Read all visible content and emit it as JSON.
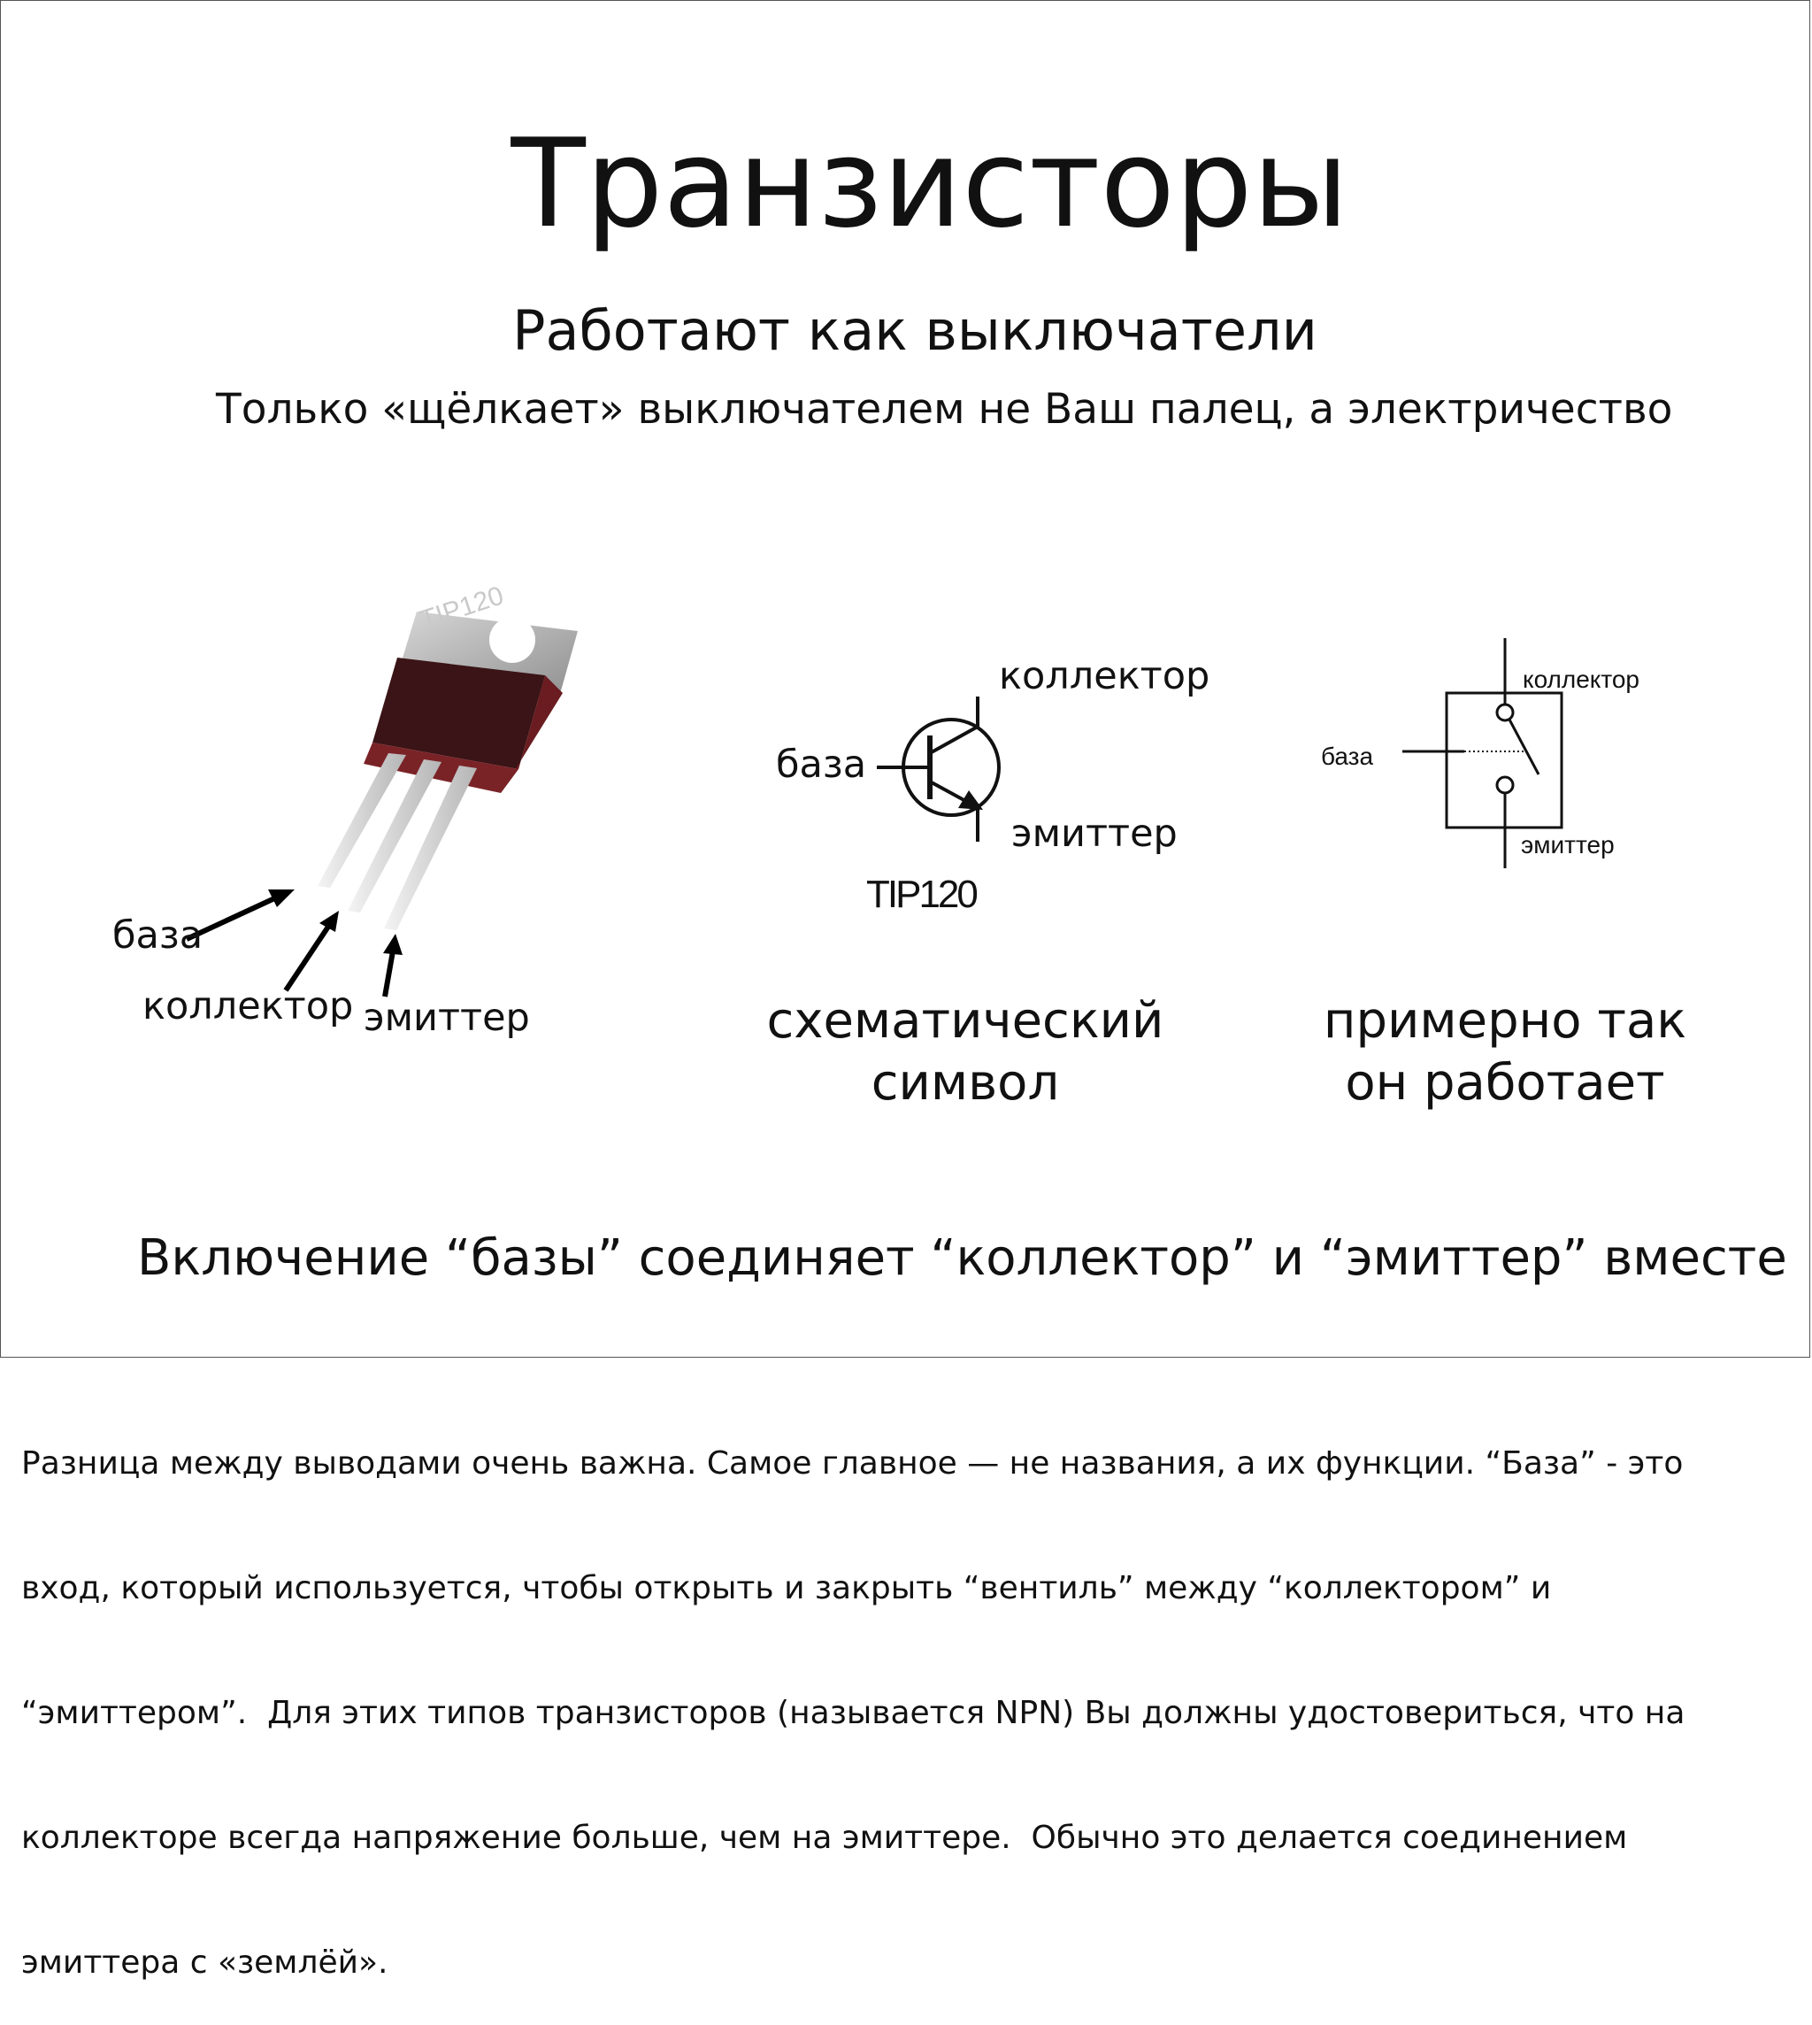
{
  "title": "Транзисторы",
  "subtitle": "Работают как выключатели",
  "subtitle2": "Только «щёлкает» выключателем не Ваш палец, а электричество",
  "photo": {
    "part_marking": "TIP120",
    "labels": {
      "base": "база",
      "collector": "коллектор",
      "emitter": "эмиттер"
    },
    "colors": {
      "tab": "#b8b8b8",
      "body": "#3a1416",
      "leads": "#d9d9d9"
    }
  },
  "symbol": {
    "labels": {
      "collector": "коллектор",
      "base": "база",
      "emitter": "эмиттер"
    },
    "part_number": "TIP120",
    "caption": [
      "схематический",
      "символ"
    ]
  },
  "switch": {
    "labels": {
      "collector": "коллектор",
      "base": "база",
      "emitter": "эмиттер"
    },
    "caption": [
      "примерно так",
      "он работает"
    ]
  },
  "bottom_line": "Включение “базы” соединяет “коллектор” и “эмиттер” вместе",
  "body_lines": [
    "Разница между выводами очень важна. Самое главное — не названия, а их функции. “База” - это",
    "вход, который используется, чтобы открыть и закрыть “вентиль” между “коллектором” и",
    "“эмиттером”.  Для этих типов транзисторов (называется NPN) Вы должны удостовериться, что на",
    "коллекторе всегда напряжение больше, чем на эмиттере.  Обычно это делается соединением",
    "эмиттера с «землёй»."
  ]
}
